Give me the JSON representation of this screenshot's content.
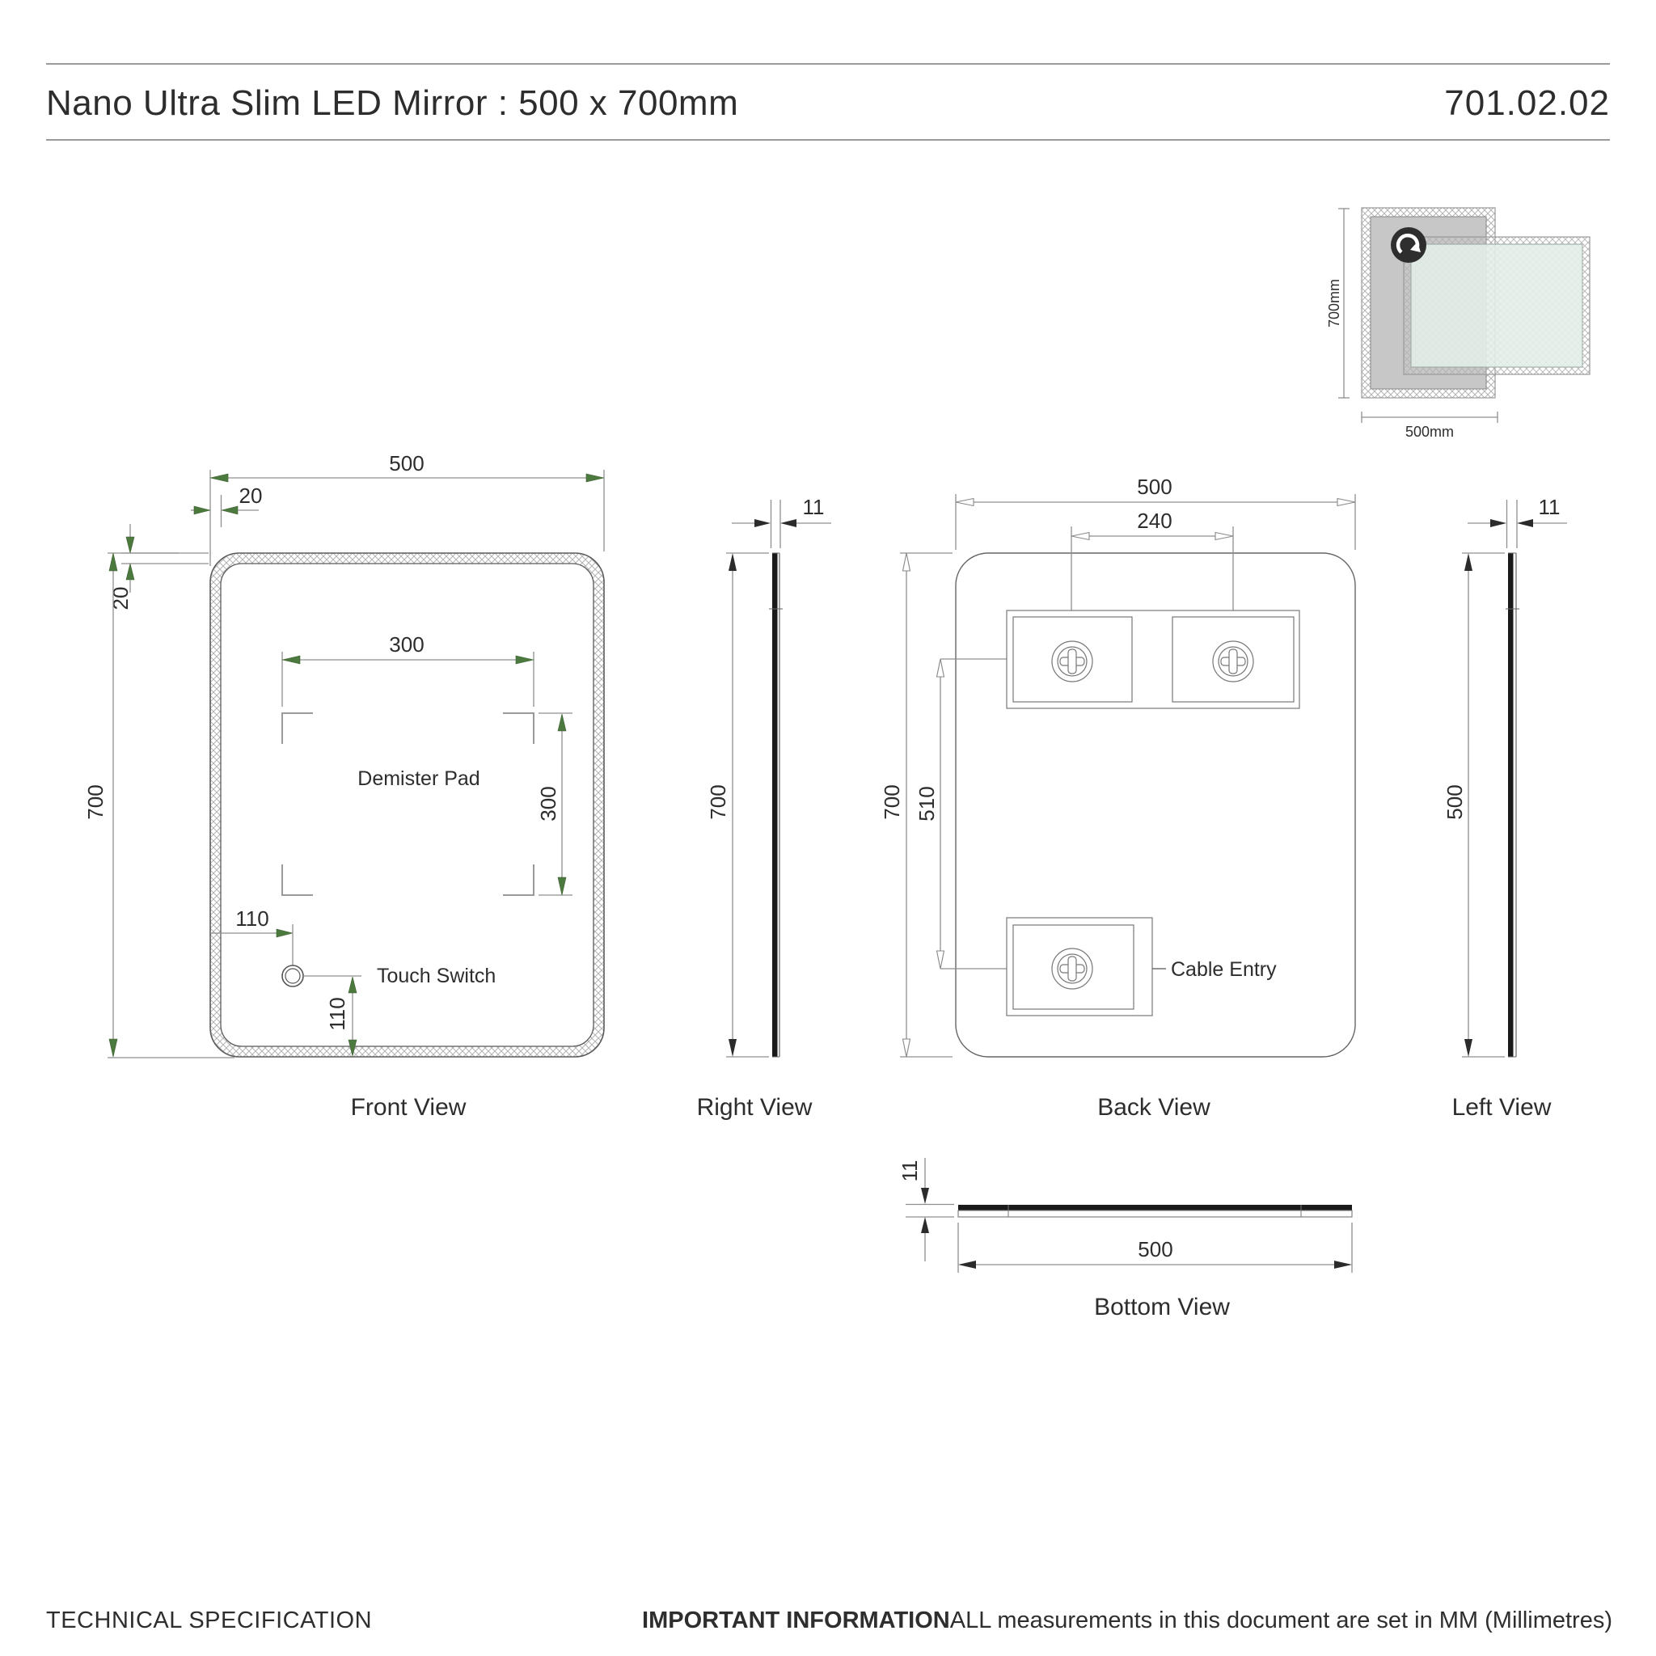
{
  "header": {
    "title": "Nano Ultra Slim LED Mirror : 500 x 700mm",
    "code": "701.02.02"
  },
  "thumbnail": {
    "height_label": "700mm",
    "width_label": "500mm",
    "icon": "rotate-icon"
  },
  "views": {
    "front": {
      "label": "Front View",
      "width": "500",
      "border_top": "20",
      "border_left": "20",
      "height": "700",
      "pad_width": "300",
      "pad_height": "300",
      "switch_offset_x": "110",
      "switch_offset_y": "110",
      "demister_label": "Demister Pad",
      "touch_label": "Touch Switch"
    },
    "right": {
      "label": "Right View",
      "thickness": "11",
      "height": "700"
    },
    "back": {
      "label": "Back View",
      "width": "500",
      "hole_spacing": "240",
      "height": "700",
      "bracket_drop": "510",
      "cable_label": "Cable Entry"
    },
    "left": {
      "label": "Left View",
      "thickness": "11",
      "height": "500"
    },
    "bottom": {
      "label": "Bottom View",
      "thickness": "11",
      "width": "500"
    }
  },
  "footer": {
    "left": "TECHNICAL SPECIFICATION",
    "important_bold": "IMPORTANT INFORMATION",
    "important_rest": "ALL measurements in this document are set in MM (Millimetres)"
  },
  "colors": {
    "accent_arrow": "#4c7a3e",
    "line": "#8f8f8f",
    "outline": "#5a5a5a",
    "mirror_face": "#c7c7c7",
    "glass_face": "#e4efe8",
    "icon_bg": "#2e2e2e"
  }
}
